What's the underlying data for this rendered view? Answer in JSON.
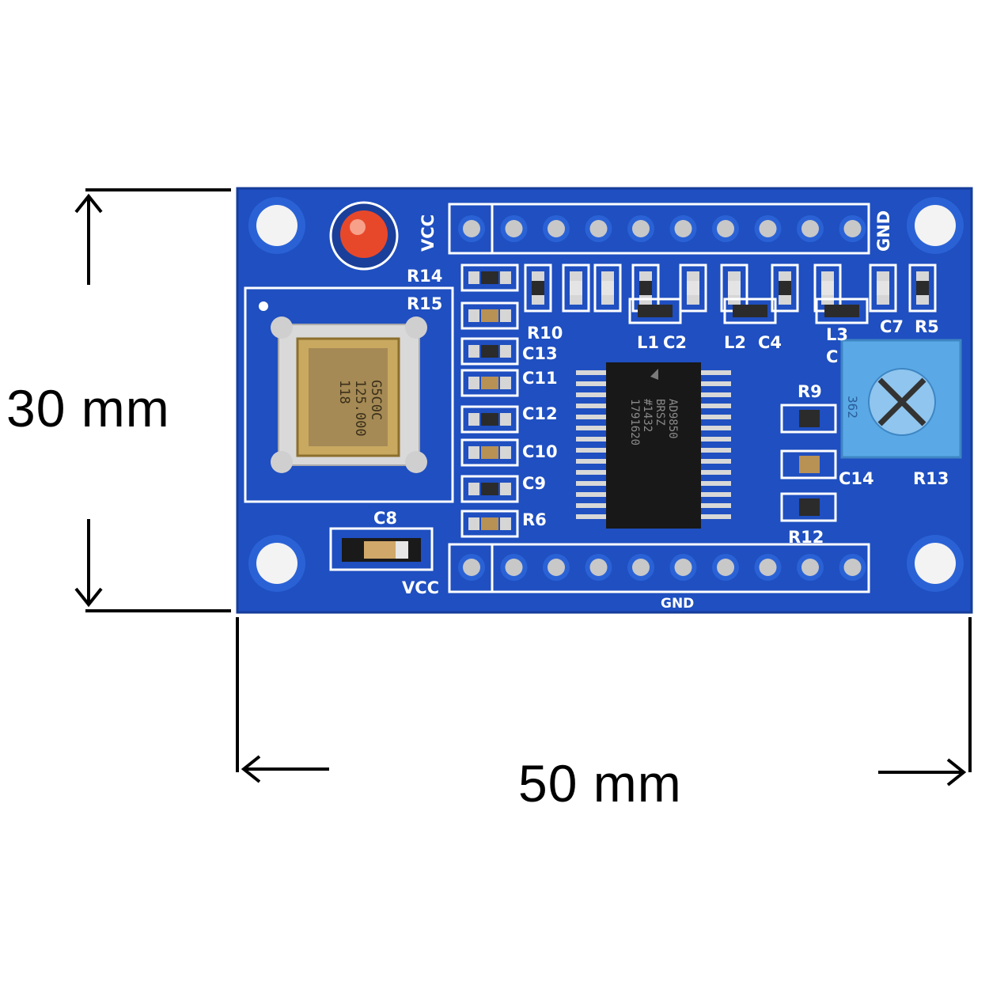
{
  "dimensions": {
    "height_label": "30 mm",
    "width_label": "50 mm"
  },
  "board": {
    "pcb_color": "#1f4fc0",
    "silkscreen_color": "#ffffff",
    "pin_labels": {
      "top_left": "VCC",
      "top_right": "GND",
      "bottom_left": "VCC",
      "bottom_center": "GND"
    },
    "component_labels": {
      "r14": "R14",
      "r15": "R15",
      "r10": "R10",
      "l1": "L1",
      "c2": "C2",
      "l2": "L2",
      "c4": "C4",
      "l3": "L3",
      "c7": "C7",
      "r5": "R5",
      "c13": "C13",
      "c11": "C11",
      "c12": "C12",
      "c10": "C10",
      "c9": "C9",
      "r6": "R6",
      "c8": "C8",
      "r9": "R9",
      "c14": "C14",
      "r13": "R13",
      "r12": "R12",
      "c_partial": "C"
    },
    "crystal_marking": [
      "G5C0C",
      "125.000",
      "118"
    ],
    "chip_marking": [
      "AD9850",
      "BRSZ",
      "#1432",
      "1791620"
    ],
    "pot_marking": "362",
    "led_color": "#e8482a",
    "pot_color": "#5aa9e6"
  }
}
